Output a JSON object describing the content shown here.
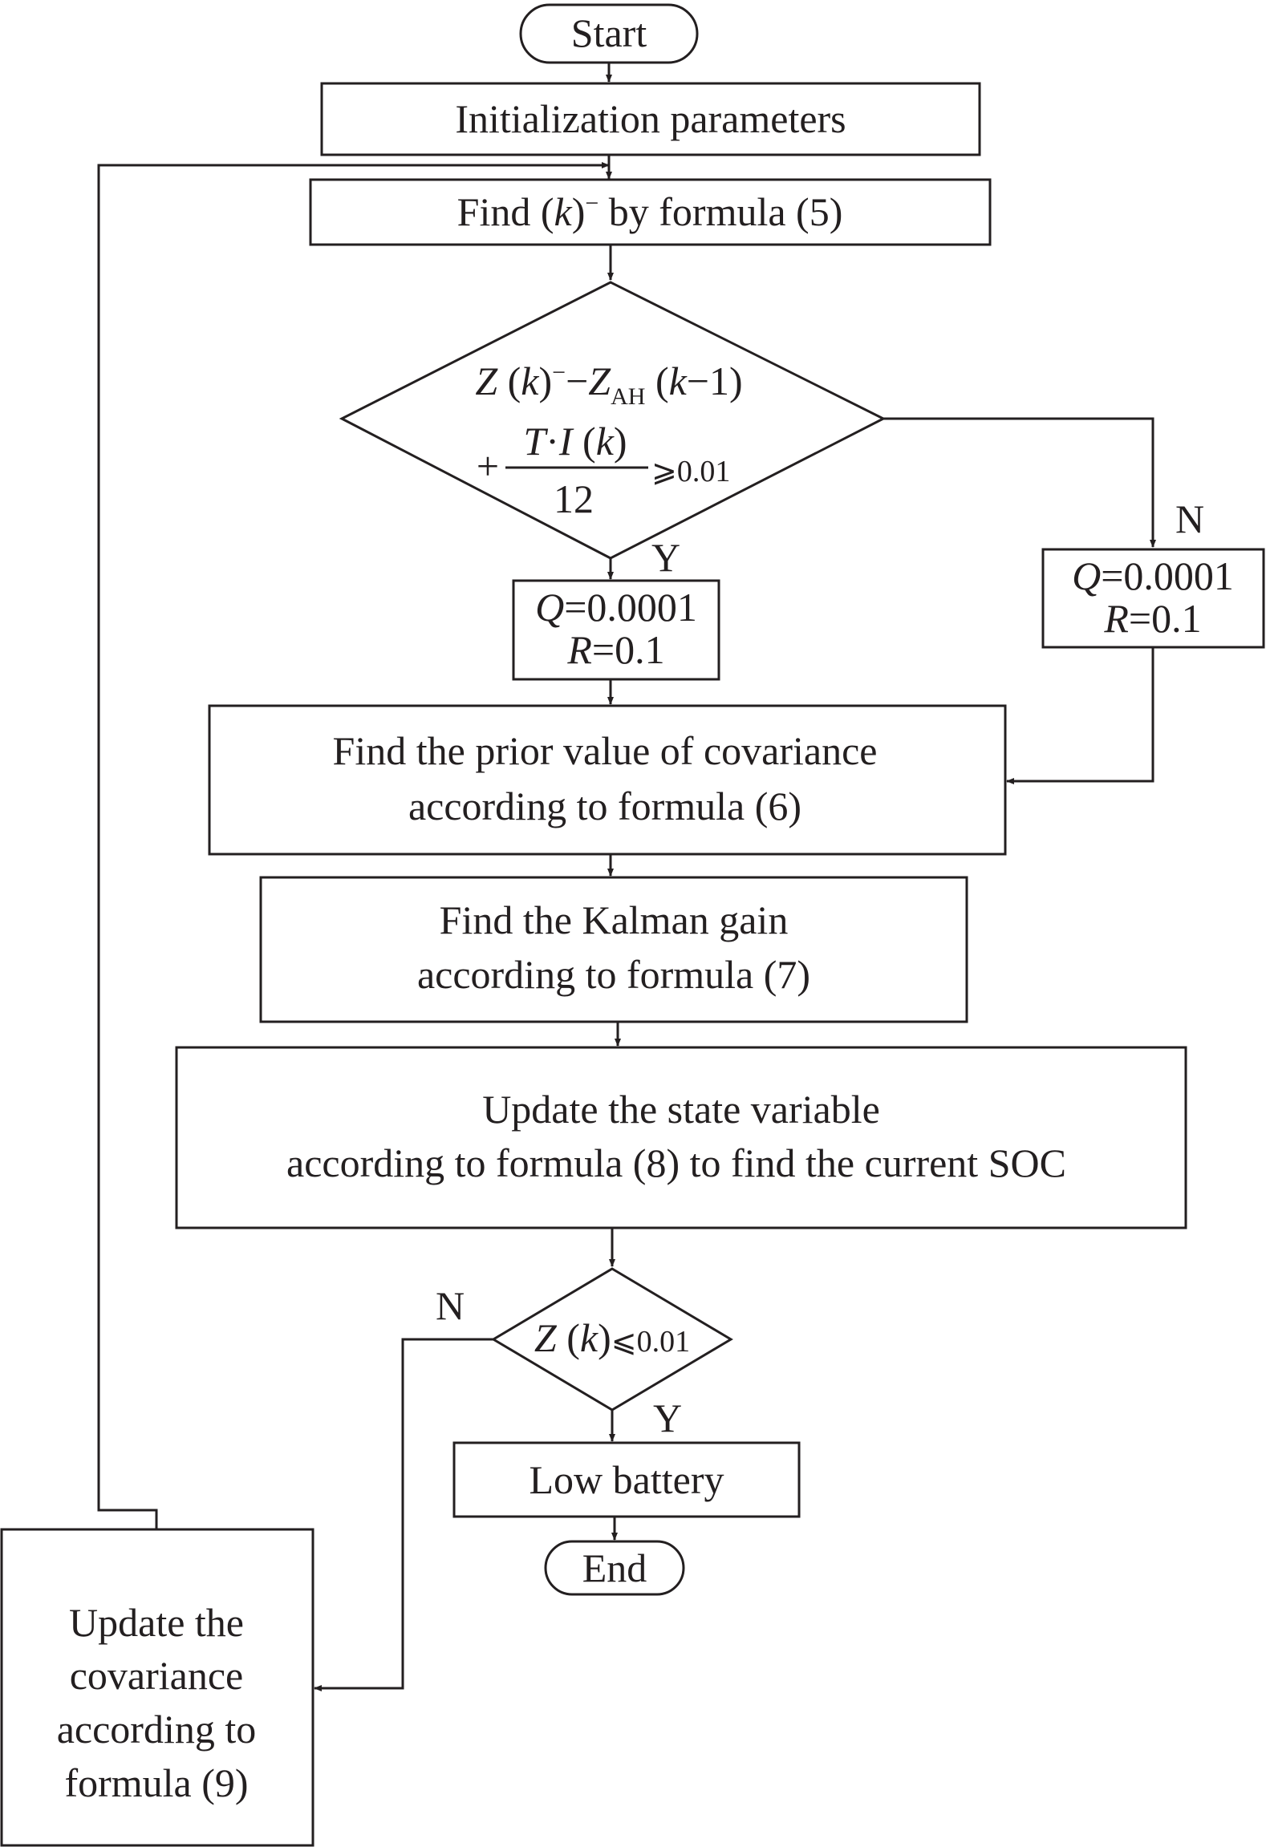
{
  "diagram": {
    "start": "Start",
    "init": "Initialization parameters",
    "find_k": {
      "prefix": "Find (",
      "k": "k",
      "suffix": ")",
      "sup": "−",
      "rest": " by formula (5)"
    },
    "decision1": {
      "line1": {
        "z1": "Z",
        "p1": " (",
        "k1": "k",
        "p2": ")",
        "sup": "−",
        "minus": "−",
        "z2": "Z",
        "sub": "AH",
        "p3": " (",
        "k2": "k",
        "p4": "−1)"
      },
      "plus": "+",
      "numerator": {
        "t": "T",
        "dot": "·",
        "i": "I",
        "p1": " (",
        "k": "k",
        "p2": ")"
      },
      "denominator": "12",
      "cond": "⩾0.01"
    },
    "yes1": "Y",
    "no1": "N",
    "qr_left": {
      "q": "Q",
      "qv": "=0.0001",
      "r": "R",
      "rv": "=0.1"
    },
    "qr_right": {
      "q": "Q",
      "qv": "=0.0001",
      "r": "R",
      "rv": "=0.1"
    },
    "prior": {
      "line1": "Find the prior value of covariance",
      "line2": "according to formula (6)"
    },
    "kalman": {
      "line1": "Find the Kalman gain",
      "line2": "according to formula (7)"
    },
    "update_state": {
      "line1": "Update the state variable",
      "line2": "according to formula (8) to find the current SOC"
    },
    "decision2": {
      "z": "Z",
      "p1": " (",
      "k": "k",
      "p2": ")",
      "cond": "⩽0.01"
    },
    "no2": "N",
    "yes2": "Y",
    "low_battery": "Low battery",
    "end": "End",
    "update_cov": {
      "line1": "Update the",
      "line2": "covariance",
      "line3": "according to",
      "line4": "formula (9)"
    }
  }
}
